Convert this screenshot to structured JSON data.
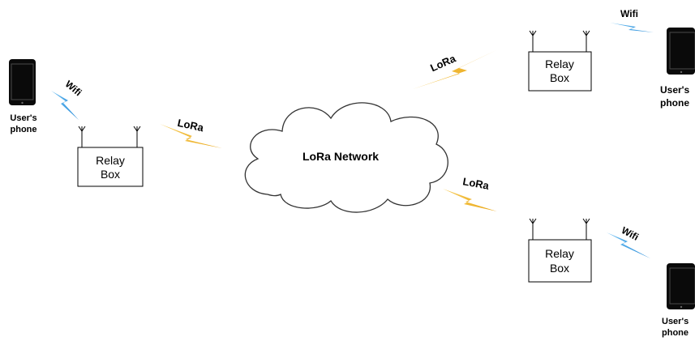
{
  "cloud": {
    "label": "LoRa Network"
  },
  "relay_boxes": [
    {
      "line1": "Relay",
      "line2": "Box"
    },
    {
      "line1": "Relay",
      "line2": "Box"
    },
    {
      "line1": "Relay",
      "line2": "Box"
    }
  ],
  "phones": [
    {
      "line1": "User's",
      "line2": "phone"
    },
    {
      "line1": "User's",
      "line2": "phone"
    },
    {
      "line1": "User's",
      "line2": "phone"
    }
  ],
  "links": {
    "lora_left": "LoRa",
    "lora_top_right": "LoRa",
    "lora_bottom_right": "LoRa",
    "wifi_left": "Wifi",
    "wifi_top_right": "Wifi",
    "wifi_bottom_right": "Wifi"
  },
  "colors": {
    "lora_bolt": "#f3b523",
    "wifi_bolt": "#3a9ee3",
    "cloud_stroke": "#333333",
    "box_stroke": "#000000",
    "phone_body": "#0a0a0a"
  }
}
